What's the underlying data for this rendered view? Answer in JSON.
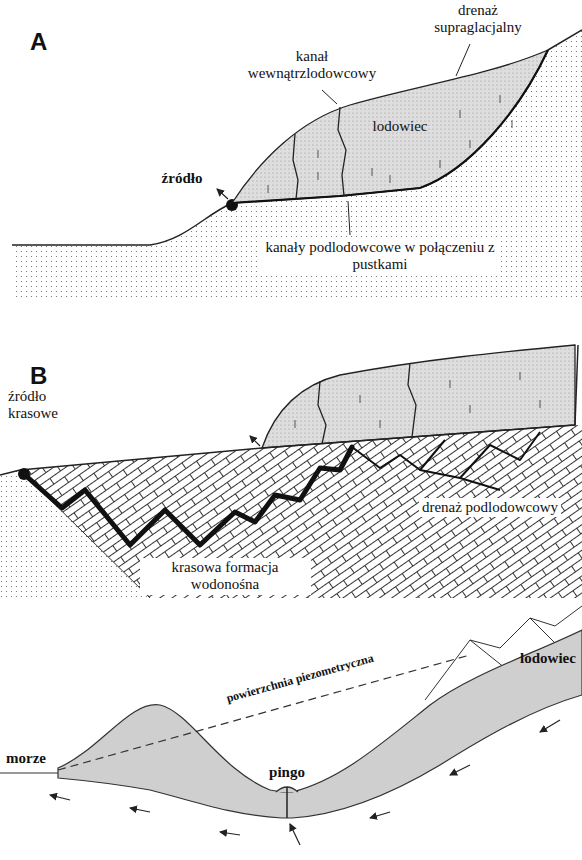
{
  "diagram": {
    "nodes": [
      {
        "text": [
          "lodowiec"
        ]
      }
    ],
    "labels": [
      "A",
      "drenaż supraglacjalny",
      "kanał wewnątrzlodowcowy",
      "źródło",
      "kanały podlodowcowe w połączeniu z pustkami",
      "B",
      "źródło krasowe",
      "krasowa formacja wodonośna",
      "drenaż podlodowcowy",
      "powierzchnia piezometryczna",
      "pingo",
      "morze",
      "lodowiec"
    ]
  }
}
